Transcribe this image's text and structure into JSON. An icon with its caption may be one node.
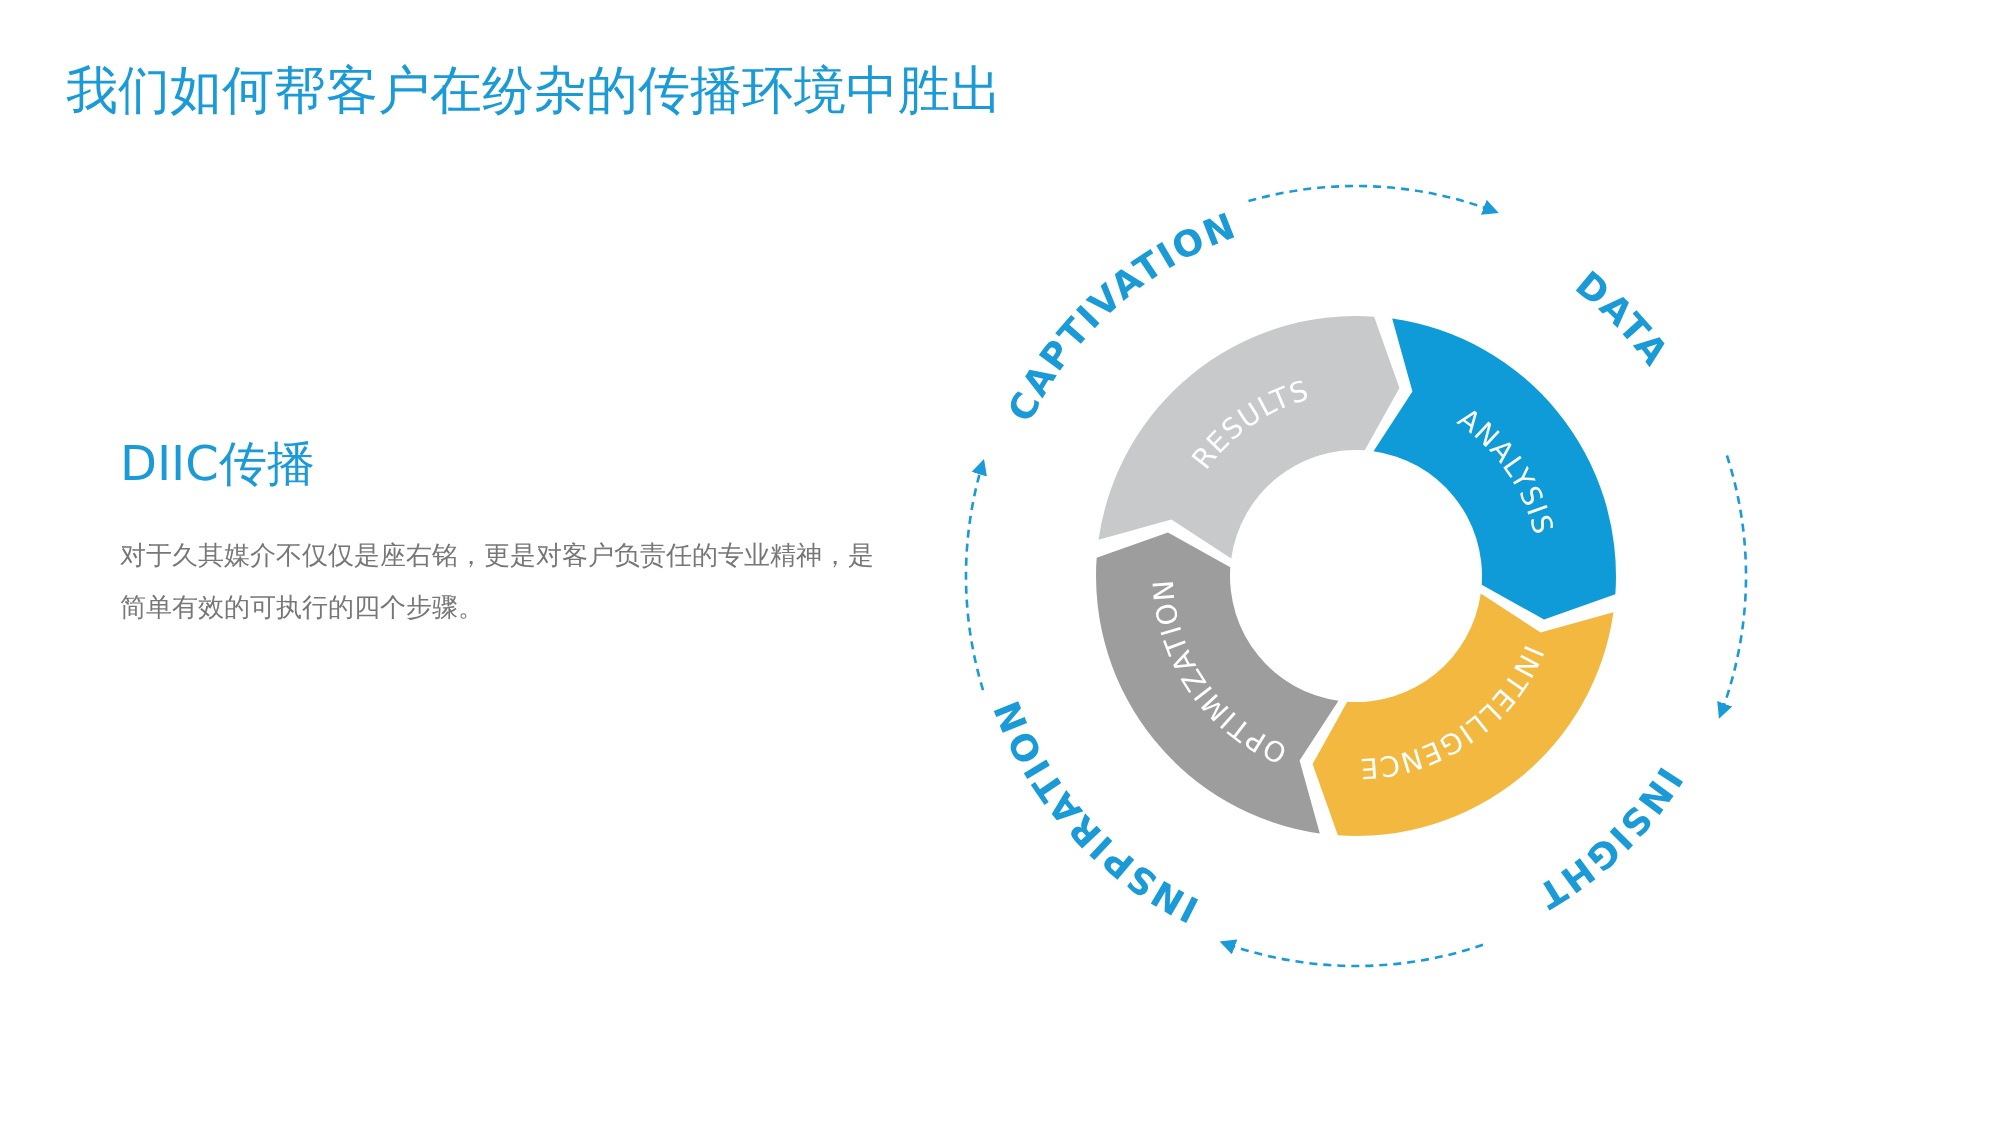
{
  "diagram": {
    "title": "我们如何帮客户在纷杂的传播环境中胜出",
    "nodes": [
      {
        "text": [
          "CAPTIVATION"
        ]
      },
      {
        "text": [
          "DATA"
        ]
      },
      {
        "text": [
          "INSIGHT"
        ]
      },
      {
        "text": [
          "INSPIRATION"
        ]
      },
      {
        "text": [
          "RESULTS"
        ]
      },
      {
        "text": [
          "ANALYSIS"
        ]
      },
      {
        "text": [
          "INTELLIGENCE"
        ]
      },
      {
        "text": [
          "OPTIMIZATION"
        ]
      }
    ],
    "edges": [
      {
        "from": 0,
        "to": 1,
        "arrow": "to",
        "style": "dashed"
      },
      {
        "from": 1,
        "to": 2,
        "arrow": "to",
        "style": "dashed"
      },
      {
        "from": 2,
        "to": 3,
        "arrow": "to",
        "style": "dashed"
      },
      {
        "from": 3,
        "to": 0,
        "arrow": "to",
        "style": "dashed"
      }
    ],
    "labels": [
      "DIIC传播",
      "对于久其媒介不仅仅是座右铭，更是对客户负责任的专业精神，是简单有效的可执行的四个步骤。"
    ]
  }
}
